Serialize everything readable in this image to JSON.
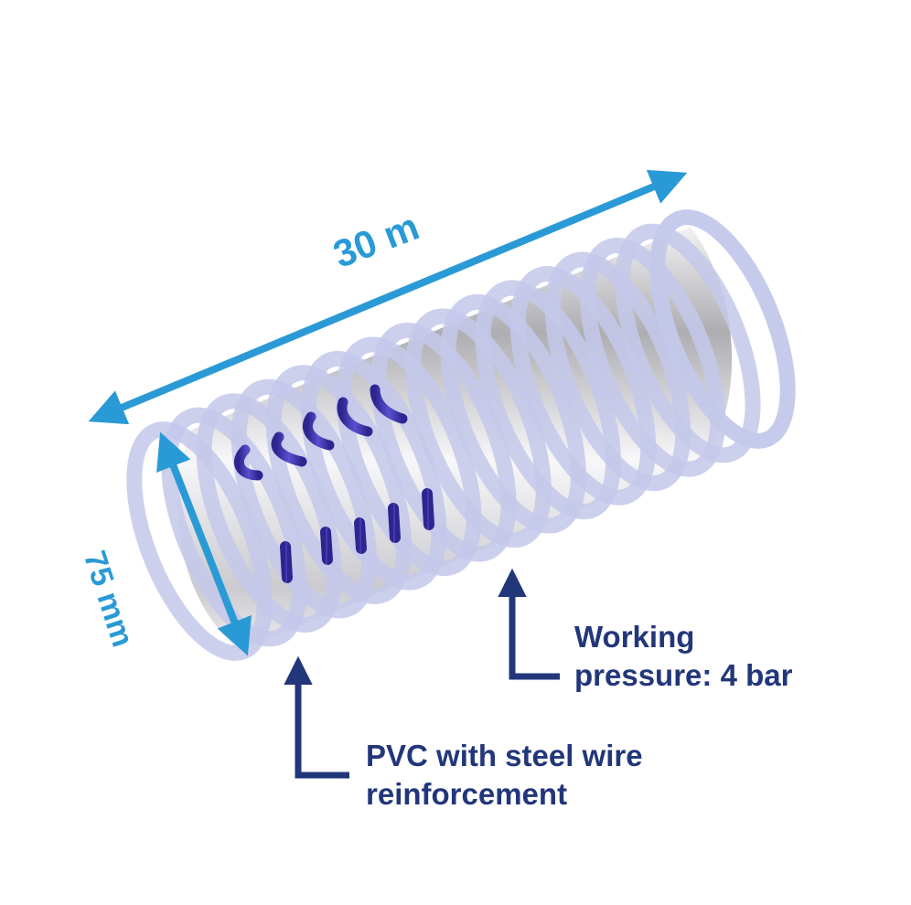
{
  "dimensions": {
    "length_label": "30 m",
    "diameter_label": "75 mm"
  },
  "callouts": {
    "pressure": {
      "line1": "Working",
      "line2": "pressure: 4 bar"
    },
    "material": {
      "line1": "PVC with steel wire",
      "line2": "reinforcement"
    }
  },
  "colors": {
    "dimension_accent": "#2a9ad6",
    "callout_text": "#22367a",
    "hose_ring": "#c4c8ea",
    "wire": "#4a3fb8"
  }
}
